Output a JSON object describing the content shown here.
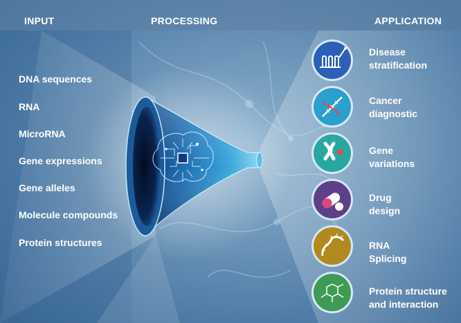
{
  "headers": {
    "input": "INPUT",
    "processing": "PROCESSING",
    "application": "APPLICATION"
  },
  "inputs": [
    "DNA sequences",
    "RNA",
    "MicroRNA",
    "Gene expressions",
    "Gene alleles",
    "Molecule compounds",
    "Protein structures"
  ],
  "applications": [
    {
      "line1": "Disease",
      "line2": "stratification",
      "icon": "test-tubes-icon",
      "color": "#2c5fb8"
    },
    {
      "line1": "Cancer",
      "line2": "diagnostic",
      "icon": "dna-helix-icon",
      "color": "#2a9fd0"
    },
    {
      "line1": "Gene",
      "line2": "variations",
      "icon": "chromosome-icon",
      "color": "#2aa6a0"
    },
    {
      "line1": "Drug",
      "line2": "design",
      "icon": "pill-capsule-icon",
      "color": "#5e3f8a"
    },
    {
      "line1": "RNA",
      "line2": "Splicing",
      "icon": "rna-strand-icon",
      "color": "#b08a1f"
    },
    {
      "line1": "Protein structure",
      "line2": "and interaction",
      "icon": "molecule-icon",
      "color": "#3f9a55"
    }
  ],
  "colors": {
    "funnel_light": "#8fd6f5",
    "funnel_dark": "#0f3d7a",
    "header_bar": "#5d7fa3"
  }
}
